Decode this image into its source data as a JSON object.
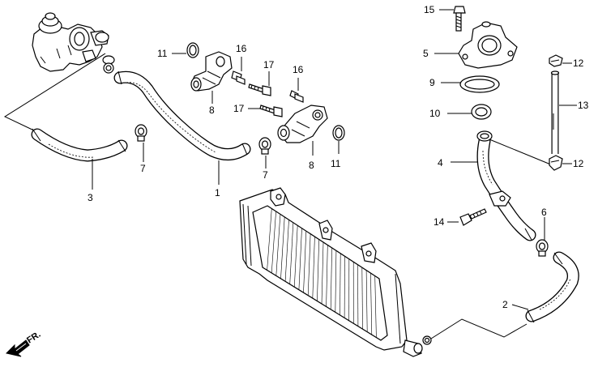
{
  "callouts": {
    "c1": "1",
    "c2": "2",
    "c3": "3",
    "c4": "4",
    "c5": "5",
    "c6": "6",
    "c7a": "7",
    "c7b": "7",
    "c8a": "8",
    "c8b": "8",
    "c9": "9",
    "c10": "10",
    "c11a": "11",
    "c11b": "11",
    "c12a": "12",
    "c12b": "12",
    "c13": "13",
    "c14": "14",
    "c15": "15",
    "c16a": "16",
    "c16b": "16",
    "c17a": "17",
    "c17b": "17"
  },
  "front_arrow": {
    "label": "FR."
  }
}
